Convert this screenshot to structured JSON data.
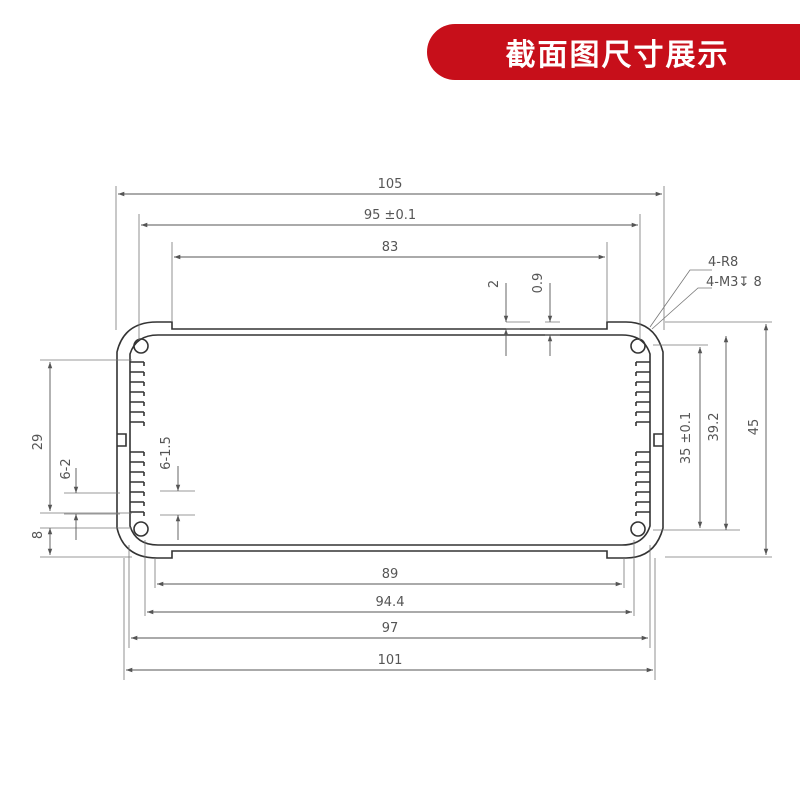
{
  "banner": {
    "title": "截面图尺寸展示",
    "color": "#c70f1a"
  },
  "dimensions": {
    "overall_width": "105",
    "hole_spacing": "95 ±0.1",
    "inner_top_width": "83",
    "wall_2": "2",
    "slot_0_9": "0.9",
    "radius_note": "4-R8",
    "thread_note": "4-M3↧ 8",
    "fin_height_29": "29",
    "fin_6_2": "6-2",
    "fin_6_1_5": "6-1.5",
    "bottom_8": "8",
    "inner_35": "35 ±0.1",
    "inner_39_2": "39.2",
    "overall_height": "45",
    "inner_bottom_89": "89",
    "width_94_4": "94.4",
    "width_97": "97",
    "width_101": "101"
  }
}
